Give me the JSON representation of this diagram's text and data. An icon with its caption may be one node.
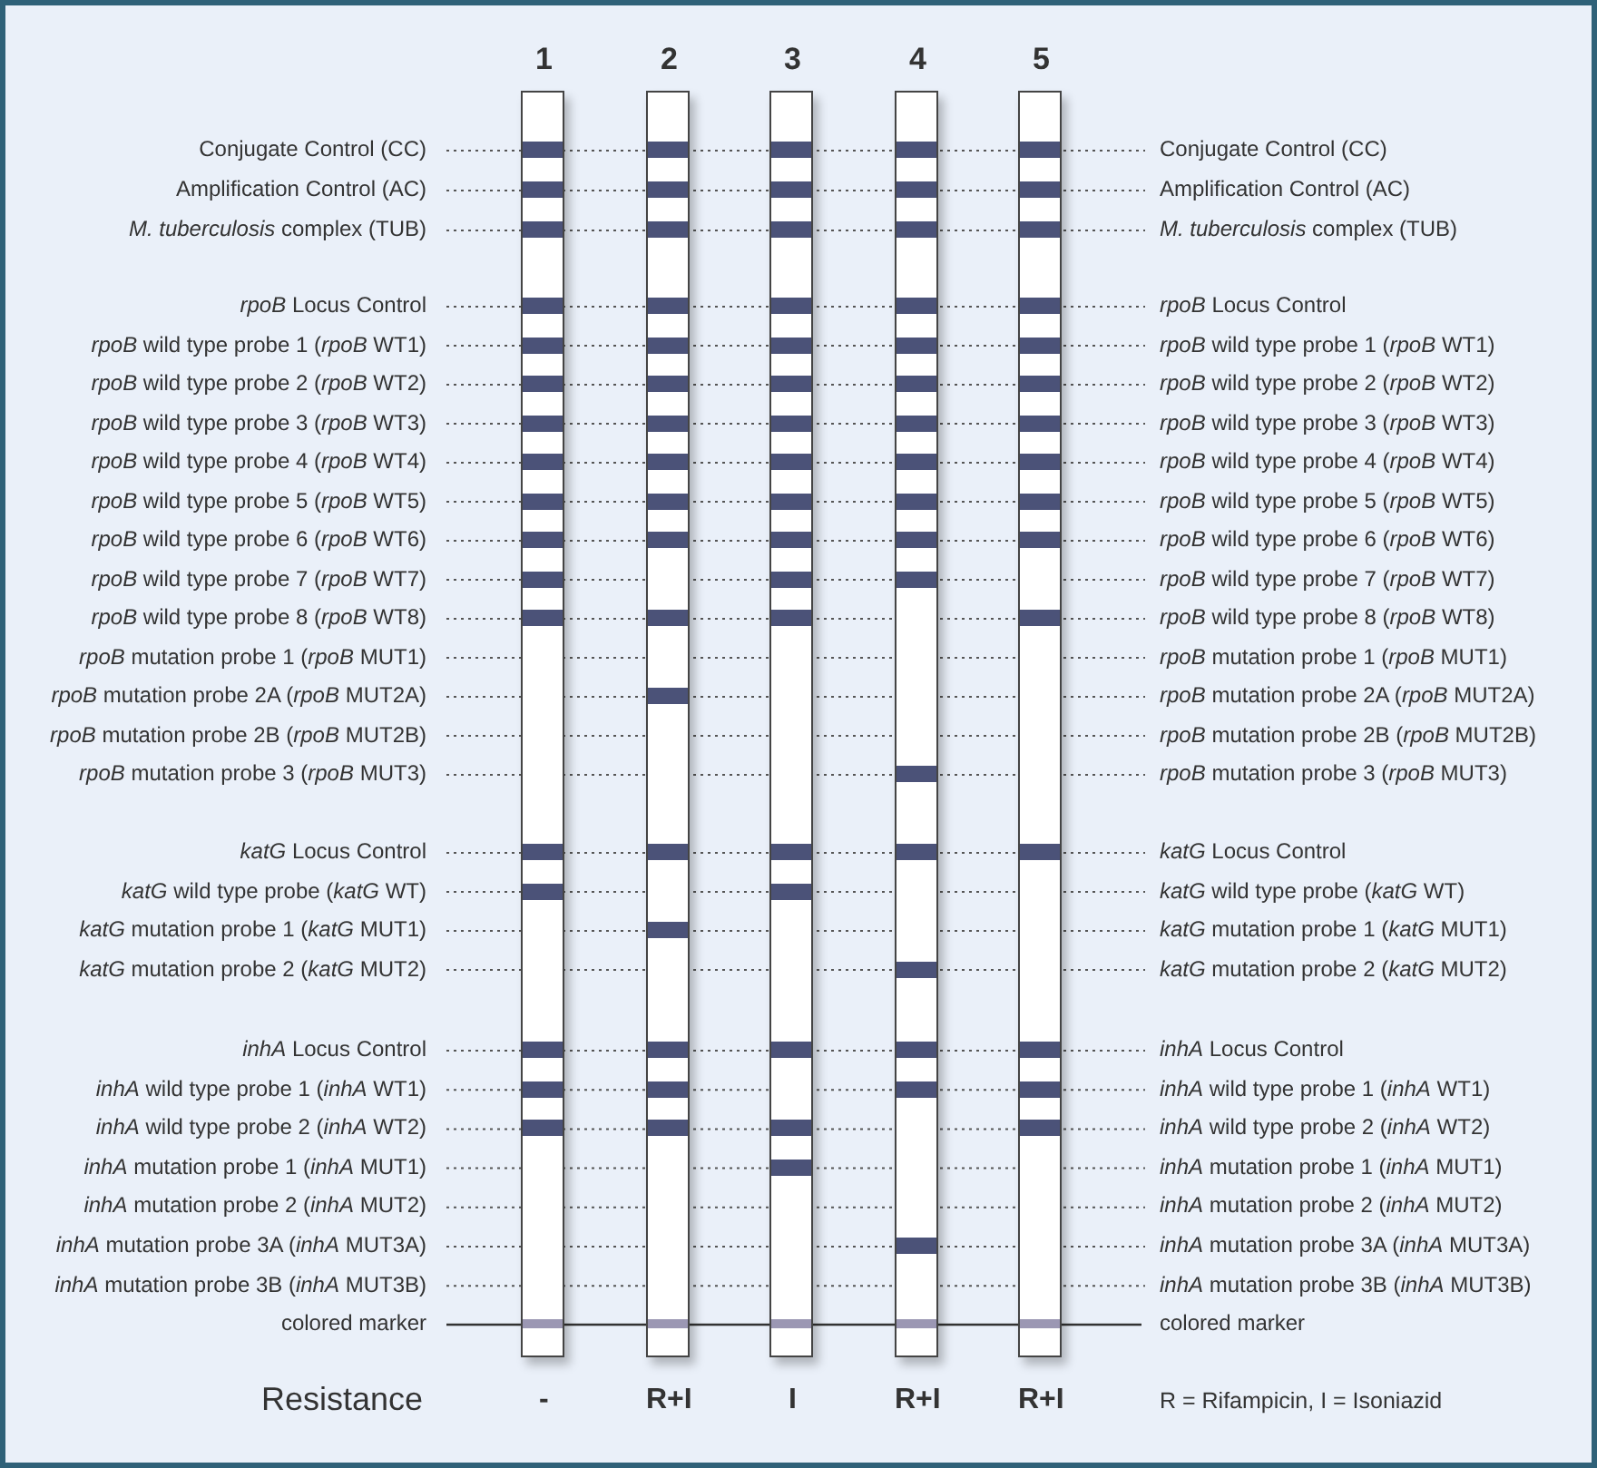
{
  "diagram": {
    "nodes": [
      {
        "text": [
          "1"
        ],
        "beside": [
          "-"
        ]
      },
      {
        "text": [
          "2"
        ],
        "beside": [
          "R+I"
        ]
      },
      {
        "text": [
          "3"
        ],
        "beside": [
          "I"
        ]
      },
      {
        "text": [
          "4"
        ],
        "beside": [
          "R+I"
        ]
      },
      {
        "text": [
          "5"
        ],
        "beside": [
          "R+I"
        ]
      },
      {
        "text": [],
        "shape": "bar",
        "in": 0
      },
      {
        "text": [],
        "shape": "bar",
        "in": 0
      },
      {
        "text": [],
        "shape": "bar",
        "in": 0
      },
      {
        "text": [],
        "shape": "bar",
        "in": 0
      },
      {
        "text": [],
        "shape": "bar",
        "in": 0
      },
      {
        "text": [],
        "shape": "bar",
        "in": 0
      },
      {
        "text": [],
        "shape": "bar",
        "in": 0
      },
      {
        "text": [],
        "shape": "bar",
        "in": 0
      },
      {
        "text": [],
        "shape": "bar",
        "in": 0
      },
      {
        "text": [],
        "shape": "bar",
        "in": 0
      },
      {
        "text": [],
        "shape": "bar",
        "in": 0
      },
      {
        "text": [],
        "shape": "bar",
        "in": 0
      },
      {
        "text": [],
        "shape": "bar",
        "in": 0
      },
      {
        "text": [],
        "shape": "bar",
        "in": 0
      },
      {
        "text": [],
        "shape": "bar",
        "in": 0
      },
      {
        "text": [],
        "shape": "bar",
        "in": 0
      },
      {
        "text": [],
        "shape": "bar",
        "in": 0
      },
      {
        "text": [],
        "shape": "bar",
        "in": 0
      },
      {
        "text": [],
        "shape": "bar",
        "in": 1
      },
      {
        "text": [],
        "shape": "bar",
        "in": 1
      },
      {
        "text": [],
        "shape": "bar",
        "in": 1
      },
      {
        "text": [],
        "shape": "bar",
        "in": 1
      },
      {
        "text": [],
        "shape": "bar",
        "in": 1
      },
      {
        "text": [],
        "shape": "bar",
        "in": 1
      },
      {
        "text": [],
        "shape": "bar",
        "in": 1
      },
      {
        "text": [],
        "shape": "bar",
        "in": 1
      },
      {
        "text": [],
        "shape": "bar",
        "in": 1
      },
      {
        "text": [],
        "shape": "bar",
        "in": 1
      },
      {
        "text": [],
        "shape": "bar",
        "in": 1
      },
      {
        "text": [],
        "shape": "bar",
        "in": 1
      },
      {
        "text": [],
        "shape": "bar",
        "in": 1
      },
      {
        "text": [],
        "shape": "bar",
        "in": 1
      },
      {
        "text": [],
        "shape": "bar",
        "in": 1
      },
      {
        "text": [],
        "shape": "bar",
        "in": 1
      },
      {
        "text": [],
        "shape": "bar",
        "in": 1
      },
      {
        "text": [],
        "shape": "bar",
        "in": 1
      },
      {
        "text": [],
        "shape": "bar",
        "in": 2
      },
      {
        "text": [],
        "shape": "bar",
        "in": 2
      },
      {
        "text": [],
        "shape": "bar",
        "in": 2
      },
      {
        "text": [],
        "shape": "bar",
        "in": 2
      },
      {
        "text": [],
        "shape": "bar",
        "in": 2
      },
      {
        "text": [],
        "shape": "bar",
        "in": 2
      },
      {
        "text": [],
        "shape": "bar",
        "in": 2
      },
      {
        "text": [],
        "shape": "bar",
        "in": 2
      },
      {
        "text": [],
        "shape": "bar",
        "in": 2
      },
      {
        "text": [],
        "shape": "bar",
        "in": 2
      },
      {
        "text": [],
        "shape": "bar",
        "in": 2
      },
      {
        "text": [],
        "shape": "bar",
        "in": 2
      },
      {
        "text": [],
        "shape": "bar",
        "in": 2
      },
      {
        "text": [],
        "shape": "bar",
        "in": 2
      },
      {
        "text": [],
        "shape": "bar",
        "in": 2
      },
      {
        "text": [],
        "shape": "bar",
        "in": 2
      },
      {
        "text": [],
        "shape": "bar",
        "in": 2
      },
      {
        "text": [],
        "shape": "bar",
        "in": 2
      },
      {
        "text": [],
        "shape": "bar",
        "in": 3
      },
      {
        "text": [],
        "shape": "bar",
        "in": 3
      },
      {
        "text": [],
        "shape": "bar",
        "in": 3
      },
      {
        "text": [],
        "shape": "bar",
        "in": 3
      },
      {
        "text": [],
        "shape": "bar",
        "in": 3
      },
      {
        "text": [],
        "shape": "bar",
        "in": 3
      },
      {
        "text": [],
        "shape": "bar",
        "in": 3
      },
      {
        "text": [],
        "shape": "bar",
        "in": 3
      },
      {
        "text": [],
        "shape": "bar",
        "in": 3
      },
      {
        "text": [],
        "shape": "bar",
        "in": 3
      },
      {
        "text": [],
        "shape": "bar",
        "in": 3
      },
      {
        "text": [],
        "shape": "bar",
        "in": 3
      },
      {
        "text": [],
        "shape": "bar",
        "in": 3
      },
      {
        "text": [],
        "shape": "bar",
        "in": 3
      },
      {
        "text": [],
        "shape": "bar",
        "in": 3
      },
      {
        "text": [],
        "shape": "bar",
        "in": 3
      },
      {
        "text": [],
        "shape": "bar",
        "in": 3
      },
      {
        "text": [],
        "shape": "bar",
        "in": 3
      },
      {
        "text": [],
        "shape": "bar",
        "in": 4
      },
      {
        "text": [],
        "shape": "bar",
        "in": 4
      },
      {
        "text": [],
        "shape": "bar",
        "in": 4
      },
      {
        "text": [],
        "shape": "bar",
        "in": 4
      },
      {
        "text": [],
        "shape": "bar",
        "in": 4
      },
      {
        "text": [],
        "shape": "bar",
        "in": 4
      },
      {
        "text": [],
        "shape": "bar",
        "in": 4
      },
      {
        "text": [],
        "shape": "bar",
        "in": 4
      },
      {
        "text": [],
        "shape": "bar",
        "in": 4
      },
      {
        "text": [],
        "shape": "bar",
        "in": 4
      },
      {
        "text": [],
        "shape": "bar",
        "in": 4
      },
      {
        "text": [],
        "shape": "bar",
        "in": 4
      },
      {
        "text": [],
        "shape": "bar",
        "in": 4
      },
      {
        "text": [],
        "shape": "bar",
        "in": 4
      },
      {
        "text": [],
        "shape": "bar",
        "in": 4
      },
      {
        "text": [],
        "shape": "bar",
        "in": 4
      }
    ],
    "labels": [
      "Conjugate Control (CC)",
      "Conjugate Control (CC)",
      "Amplification Control (AC)",
      "Amplification Control (AC)",
      "*M. tuberculosis* complex (TUB)",
      "*M. tuberculosis* complex (TUB)",
      "*rpoB* Locus Control",
      "*rpoB* Locus Control",
      "*rpoB* wild type probe 1 (*rpoB* WT1)",
      "*rpoB* wild type probe 1 (*rpoB* WT1)",
      "*rpoB* wild type probe 2 (*rpoB* WT2)",
      "*rpoB* wild type probe 2 (*rpoB* WT2)",
      "*rpoB* wild type probe 3 (*rpoB* WT3)",
      "*rpoB* wild type probe 3 (*rpoB* WT3)",
      "*rpoB* wild type probe 4 (*rpoB* WT4)",
      "*rpoB* wild type probe 4 (*rpoB* WT4)",
      "*rpoB* wild type probe 5 (*rpoB* WT5)",
      "*rpoB* wild type probe 5 (*rpoB* WT5)",
      "*rpoB* wild type probe 6 (*rpoB* WT6)",
      "*rpoB* wild type probe 6 (*rpoB* WT6)",
      "*rpoB* wild type probe 7 (*rpoB* WT7)",
      "*rpoB* wild type probe 7 (*rpoB* WT7)",
      "*rpoB* wild type probe 8 (*rpoB* WT8)",
      "*rpoB* wild type probe 8 (*rpoB* WT8)",
      "*rpoB* mutation probe 1 (*rpoB* MUT1)",
      "*rpoB* mutation probe 1 (*rpoB* MUT1)",
      "*rpoB* mutation probe 2A (*rpoB* MUT2A)",
      "*rpoB* mutation probe 2A (*rpoB* MUT2A)",
      "*rpoB* mutation probe 2B (*rpoB* MUT2B)",
      "*rpoB* mutation probe 2B (*rpoB* MUT2B)",
      "*rpoB* mutation probe 3 (*rpoB* MUT3)",
      "*rpoB* mutation probe 3 (*rpoB* MUT3)",
      "*katG* Locus Control",
      "*katG* Locus Control",
      "*katG* wild type probe (*katG* WT)",
      "*katG* wild type probe (*katG* WT)",
      "*katG* mutation probe 1 (*katG* MUT1)",
      "*katG* mutation probe 1 (*katG* MUT1)",
      "*katG* mutation probe 2 (*katG* MUT2)",
      "*katG* mutation probe 2 (*katG* MUT2)",
      "*inhA* Locus Control",
      "*inhA* Locus Control",
      "*inhA* wild type probe 1 (*inhA* WT1)",
      "*inhA* wild type probe 1 (*inhA* WT1)",
      "*inhA* wild type probe 2 (*inhA* WT2)",
      "*inhA* wild type probe 2 (*inhA* WT2)",
      "*inhA* mutation probe 1 (*inhA* MUT1)",
      "*inhA* mutation probe 1 (*inhA* MUT1)",
      "*inhA* mutation probe 2 (*inhA* MUT2)",
      "*inhA* mutation probe 2 (*inhA* MUT2)",
      "*inhA* mutation probe 3A (*inhA* MUT3A)",
      "*inhA* mutation probe 3A (*inhA* MUT3A)",
      "*inhA* mutation probe 3B (*inhA* MUT3B)",
      "*inhA* mutation probe 3B (*inhA* MUT3B)",
      "colored marker",
      "colored marker",
      "Resistance",
      "R = Rifampicin, I = Isoniazid"
    ]
  }
}
